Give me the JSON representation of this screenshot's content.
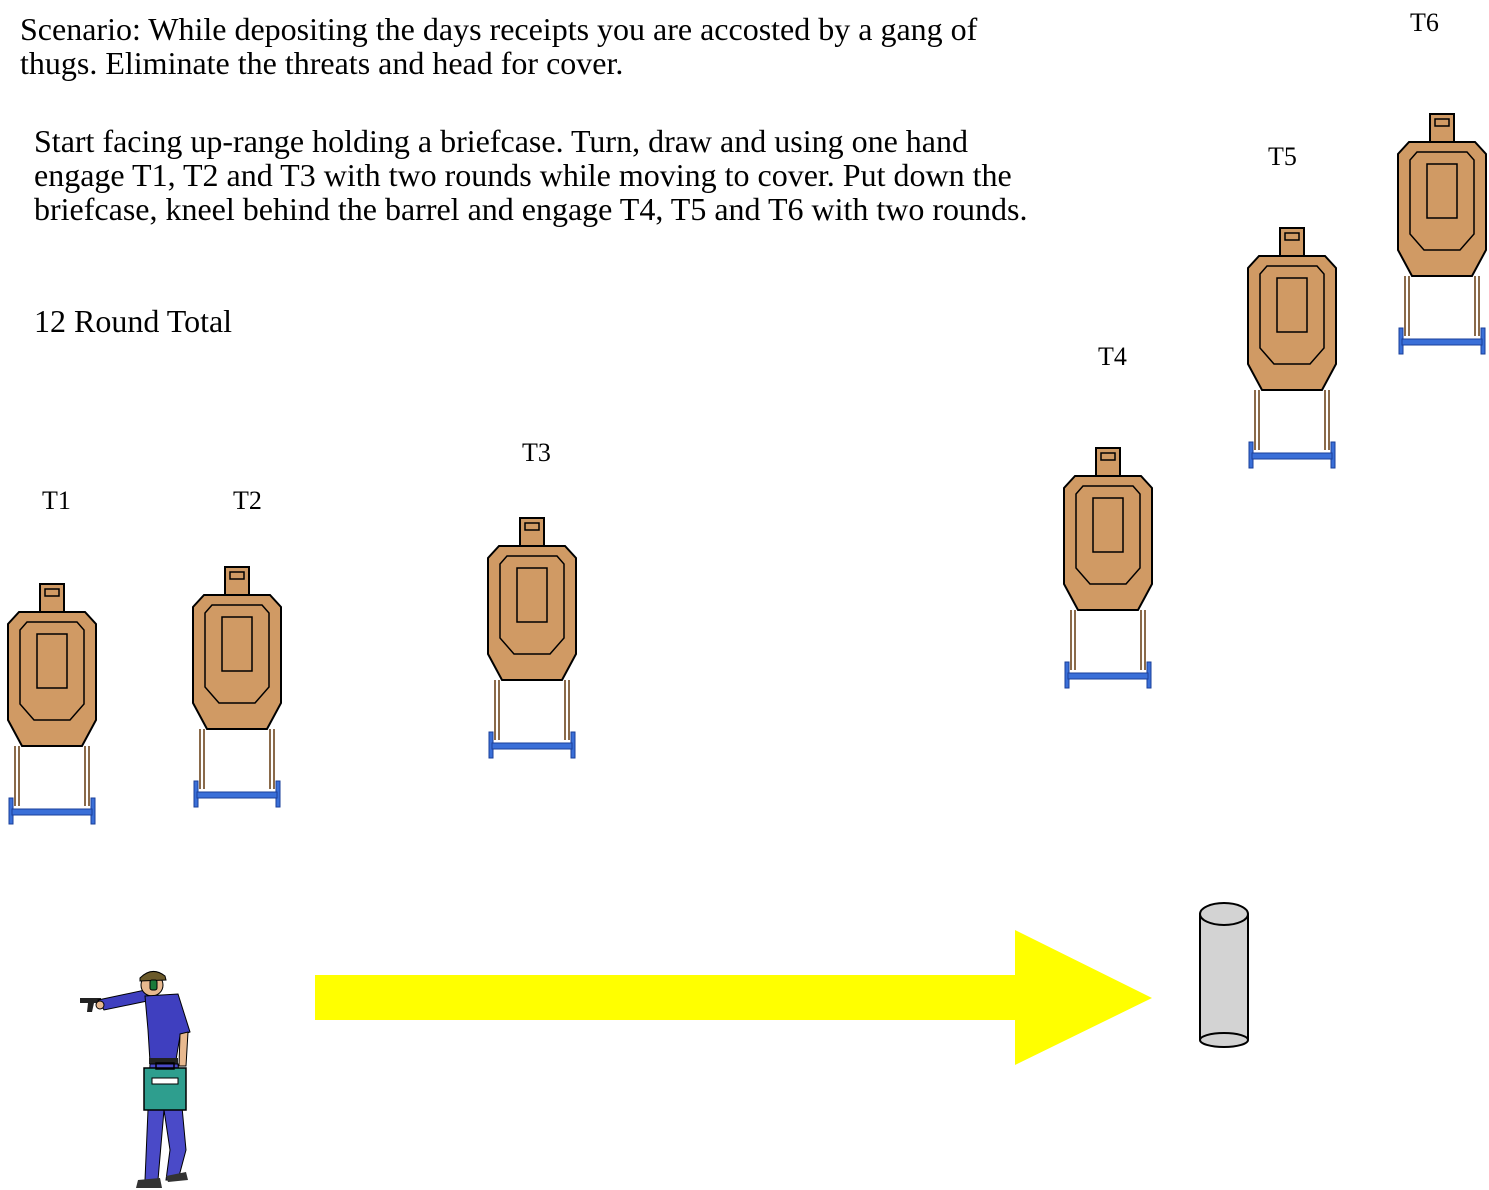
{
  "scenario": "Scenario:  While depositing the days receipts you are accosted by a gang of thugs.  Eliminate the threats and head for cover.",
  "instructions": "Start facing up-range holding a briefcase.  Turn, draw and using one hand engage T1, T2 and T3 with two rounds while moving to cover.  Put down the briefcase, kneel behind the barrel and engage T4, T5 and T6 with two rounds.",
  "round_total": "12 Round Total",
  "targets": [
    "T1",
    "T2",
    "T3",
    "T4",
    "T5",
    "T6"
  ],
  "colors": {
    "target_fill": "#D09A64",
    "stand_blue": "#3A6FD8",
    "arrow": "#FFFF00",
    "barrel": "#D3D3D3",
    "shooter_shirt": "#3F3FBF",
    "briefcase": "#2E9E8E"
  }
}
